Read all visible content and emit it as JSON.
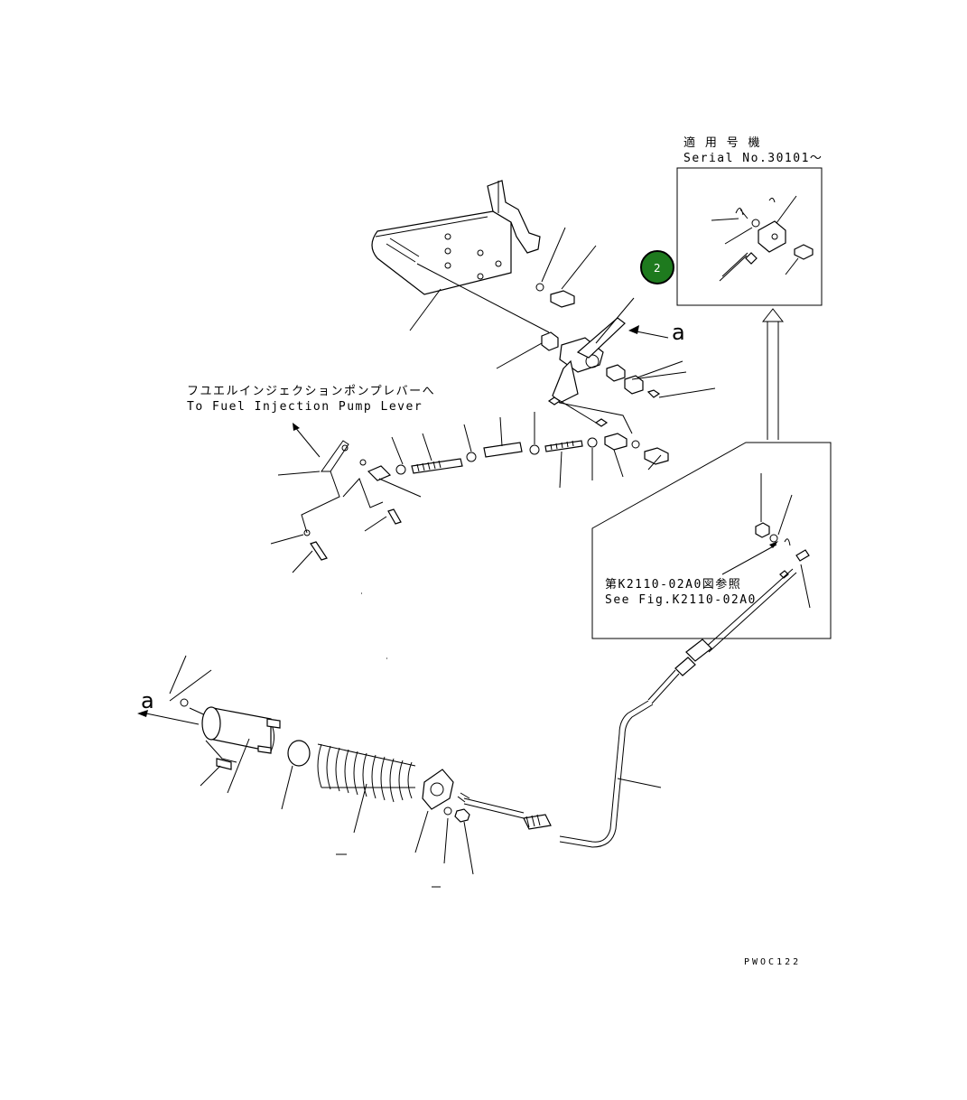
{
  "inset_top": {
    "line1": "適 用 号 機",
    "line2": "Serial No.30101～"
  },
  "pump_lever": {
    "jp": "フユエルインジェクションポンプレバーへ",
    "en": "To Fuel Injection Pump Lever"
  },
  "inset_ref": {
    "jp": "第K2110-02A0図参照",
    "en": "See Fig.K2110-02A0"
  },
  "callout": {
    "number": "2",
    "color": "#1e7a1e"
  },
  "view_arrow_top": "a",
  "view_arrow_left": "a",
  "drawing_code": "PWOC122"
}
